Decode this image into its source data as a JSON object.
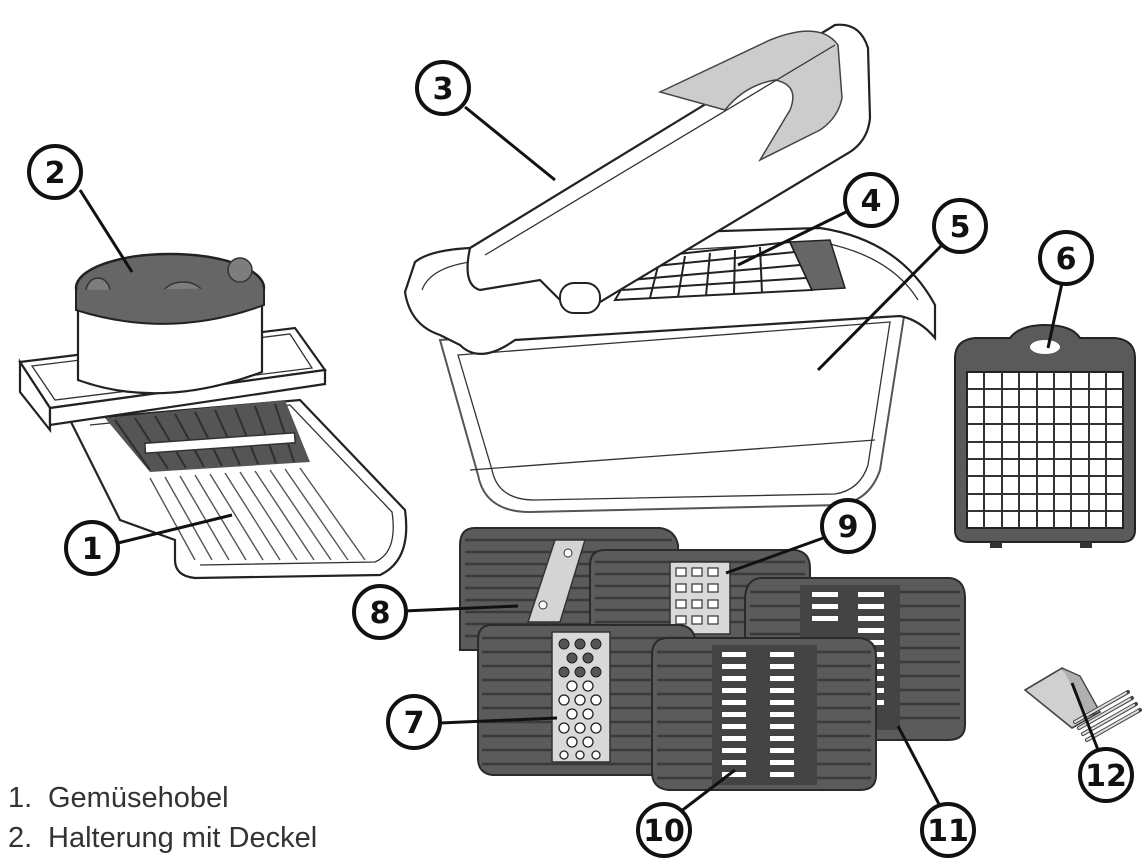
{
  "callouts": [
    "1",
    "2",
    "3",
    "4",
    "5",
    "6",
    "7",
    "8",
    "9",
    "10",
    "11",
    "12"
  ],
  "legend": [
    {
      "num": "1.",
      "label": "Gemüsehobel"
    },
    {
      "num": "2.",
      "label": "Halterung mit Deckel"
    }
  ],
  "colors": {
    "outline": "#222222",
    "plate": "#5b5b5b",
    "accent": "#d9d9d9"
  }
}
